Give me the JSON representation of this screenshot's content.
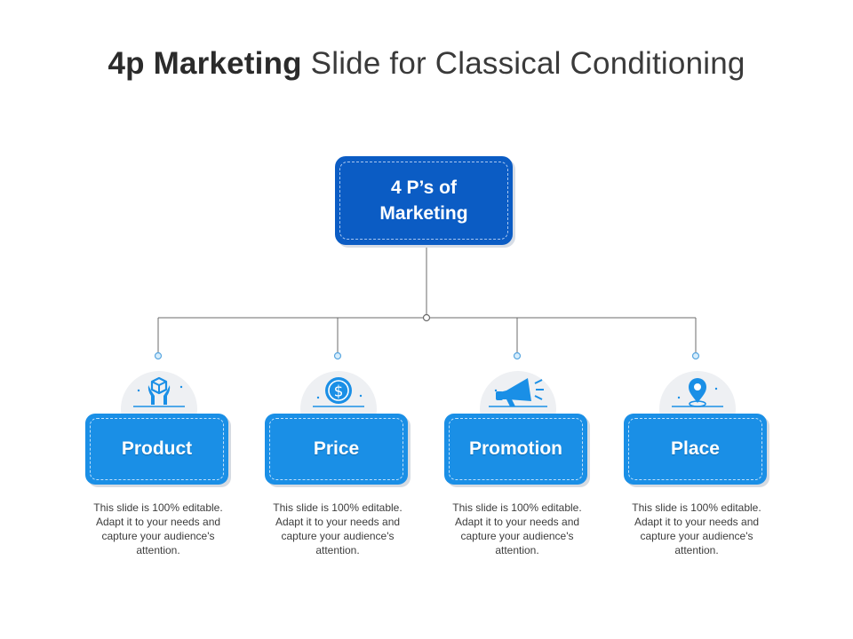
{
  "title": {
    "bold": "4p Marketing",
    "light": "Slide for Classical Conditioning"
  },
  "root": {
    "label": "4 P’s of Marketing",
    "color": "#0b5cc4"
  },
  "accent_color": "#1a8fe6",
  "items": [
    {
      "label": "Product",
      "icon": "hands-box-icon",
      "description": "This slide is 100% editable. Adapt it to your needs and capture your audience's attention."
    },
    {
      "label": "Price",
      "icon": "dollar-coin-icon",
      "description": "This slide is 100% editable. Adapt it to your needs and capture your audience's attention."
    },
    {
      "label": "Promotion",
      "icon": "megaphone-icon",
      "description": "This slide is 100% editable. Adapt it to your needs and capture your audience's attention."
    },
    {
      "label": "Place",
      "icon": "location-pin-icon",
      "description": "This slide is 100% editable. Adapt it to your needs and capture your audience's attention."
    }
  ]
}
